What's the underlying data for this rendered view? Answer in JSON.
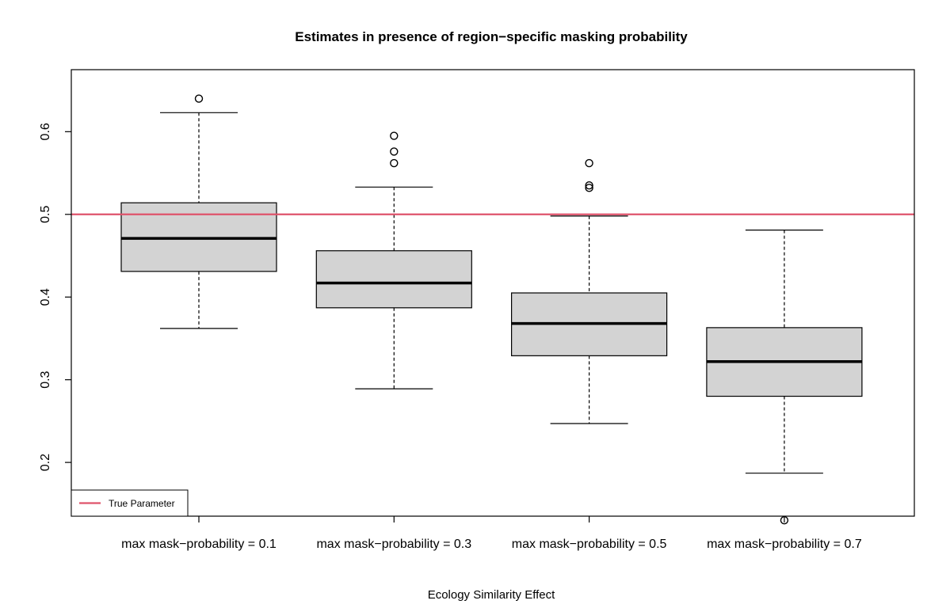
{
  "chart_data": {
    "type": "boxplot",
    "title": "Estimates in presence of region−specific masking probability",
    "xlabel": "Ecology Similarity Effect",
    "ylabel": "",
    "ylim": [
      0.135,
      0.675
    ],
    "yticks": [
      0.2,
      0.3,
      0.4,
      0.5,
      0.6
    ],
    "ytick_labels": [
      "0.2",
      "0.3",
      "0.4",
      "0.5",
      "0.6"
    ],
    "categories": [
      "max mask−probability = 0.1",
      "max mask−probability = 0.3",
      "max mask−probability = 0.5",
      "max mask−probability = 0.7"
    ],
    "boxes": [
      {
        "whisker_low": 0.362,
        "q1": 0.431,
        "median": 0.471,
        "q3": 0.514,
        "whisker_high": 0.623,
        "outliers": [
          0.64
        ]
      },
      {
        "whisker_low": 0.289,
        "q1": 0.387,
        "median": 0.417,
        "q3": 0.456,
        "whisker_high": 0.533,
        "outliers": [
          0.562,
          0.576,
          0.595
        ]
      },
      {
        "whisker_low": 0.247,
        "q1": 0.329,
        "median": 0.368,
        "q3": 0.405,
        "whisker_high": 0.498,
        "outliers": [
          0.532,
          0.535,
          0.562
        ]
      },
      {
        "whisker_low": 0.187,
        "q1": 0.28,
        "median": 0.322,
        "q3": 0.363,
        "whisker_high": 0.481,
        "outliers": [
          0.13
        ]
      }
    ],
    "reference_line": {
      "label": "True Parameter",
      "value": 0.5,
      "color": "#DF536B"
    },
    "legend": {
      "position": "bottom-left",
      "entries": [
        "True Parameter"
      ]
    },
    "box_fill": "#D3D3D3",
    "grid": false
  }
}
